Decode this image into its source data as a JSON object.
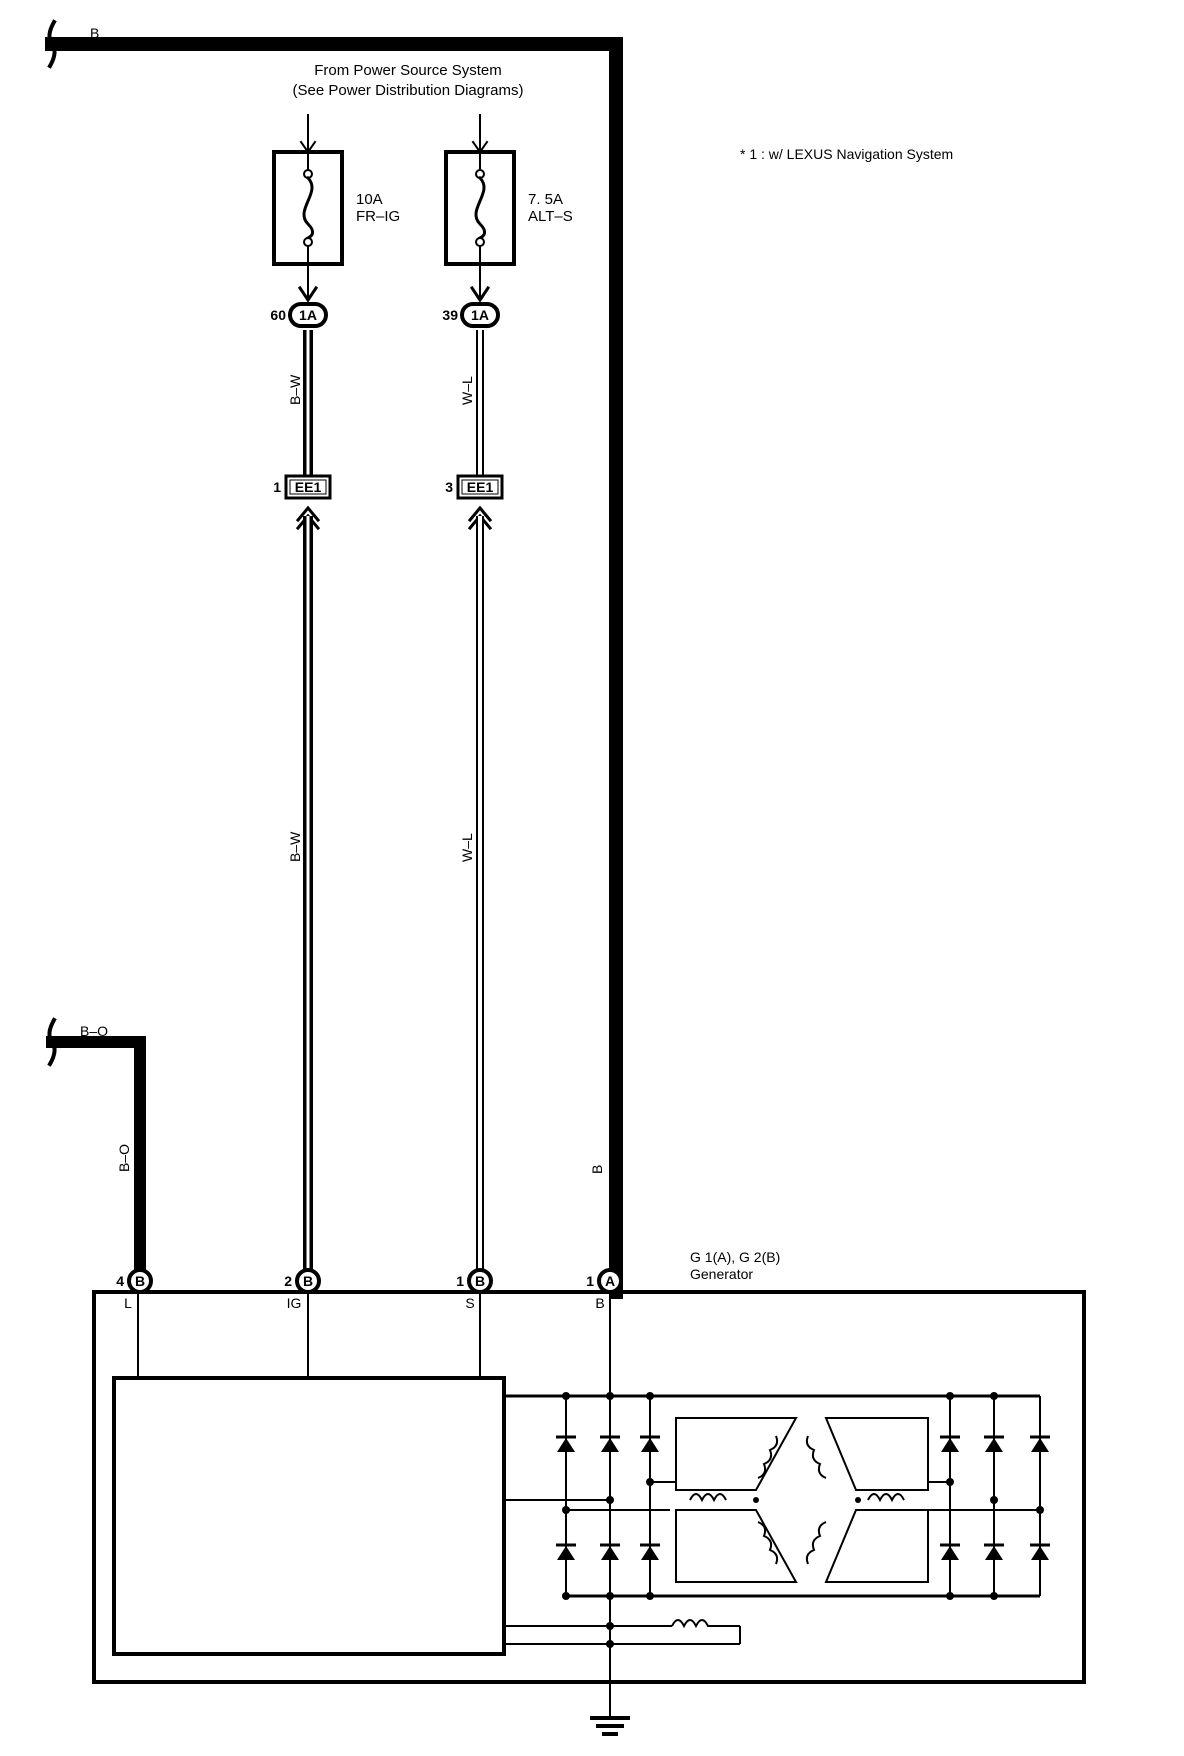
{
  "source": {
    "line1": "From Power Source System",
    "line2": "(See Power Distribution Diagrams)"
  },
  "note": "* 1 : w/ LEXUS Navigation System",
  "fuses": {
    "fr_ig": {
      "rating": "10A",
      "name": "FR–IG"
    },
    "alt_s": {
      "rating": "7. 5A",
      "name": "ALT–S"
    }
  },
  "connectors": {
    "j1a_left": {
      "pin": "60",
      "id": "1A"
    },
    "j1a_right": {
      "pin": "39",
      "id": "1A"
    },
    "ee1_left": {
      "pin": "1",
      "id": "EE1"
    },
    "ee1_right": {
      "pin": "3",
      "id": "EE1"
    }
  },
  "wires": {
    "top_b": "B",
    "b_o_top": "B–O",
    "b_o_vert": "B–O",
    "b_w_upper": "B–W",
    "b_w_lower": "B–W",
    "w_l_upper": "W–L",
    "w_l_lower": "W–L",
    "b_vert": "B"
  },
  "generator": {
    "id": "G 1(A), G 2(B)",
    "name": "Generator",
    "pins": [
      {
        "num": "4",
        "conn": "B",
        "term": "L"
      },
      {
        "num": "2",
        "conn": "B",
        "term": "IG"
      },
      {
        "num": "1",
        "conn": "B",
        "term": "S"
      },
      {
        "num": "1",
        "conn": "A",
        "term": "B"
      }
    ]
  },
  "icons": [
    "fuse-icon",
    "ground-icon",
    "diode-icon",
    "stator-coil-icon",
    "rotor-coil-icon"
  ]
}
